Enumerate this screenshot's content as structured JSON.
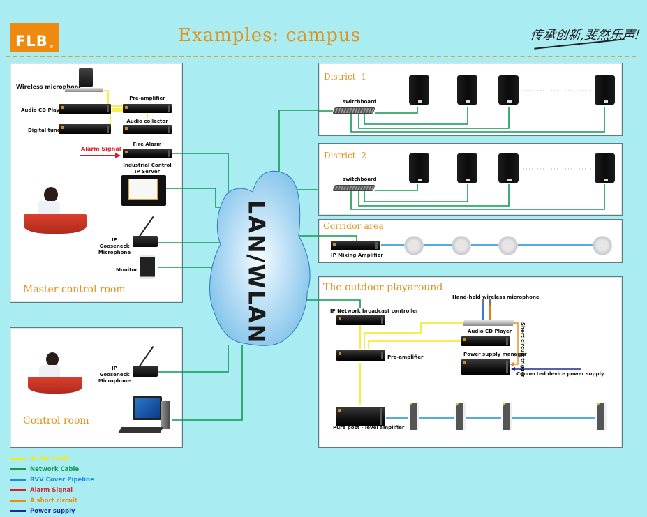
{
  "header": {
    "logo": "FLB",
    "logo_mark": "®",
    "title": "Examples: campus",
    "slogan": "传承创新,斐然乐声!"
  },
  "master_room": {
    "title": "Master control room",
    "devices": {
      "wireless_mic": "Wireless microphone",
      "cd_player": "Audio CD Player",
      "digital_tuner": "Digital tuner",
      "pre_amplifier": "Pre-amplifier",
      "audio_collector": "Audio collector",
      "alarm_signal": "Alarm Signal",
      "fire_alarm": "Fire Alarm",
      "ip_server": "Industrial Control IP Server",
      "gooseneck_mic": "IP Gooseneck Microphone",
      "monitor": "Monitor"
    }
  },
  "control_room": {
    "title": "Control room",
    "devices": {
      "gooseneck_mic": "IP Gooseneck Microphone"
    }
  },
  "network": {
    "cloud_label": "LAN/WLAN"
  },
  "district1": {
    "title": "District -1",
    "switch_label": "switchboard"
  },
  "district2": {
    "title": "District -2",
    "switch_label": "switchboard"
  },
  "corridor": {
    "title": "Corridor area",
    "amplifier": "IP Mixing Amplifier"
  },
  "playground": {
    "title": "The outdoor playaround",
    "broadcast_controller": "IP Network broadcast controller",
    "pre_amplifier": "Pre-amplifier",
    "handheld_mic": "Hand-held wireless microphone",
    "cd_player": "Audio CD Player",
    "power_manager": "Power supply manager",
    "short_circuit_trigger": "Short circuit trigger",
    "connected_power": "Connected device power supply",
    "pure_amplifier": "Pure post - level amplifier"
  },
  "legend": [
    {
      "label": "Audio Cable",
      "color": "#f2ea1a"
    },
    {
      "label": "Network Cable",
      "color": "#0f9a52"
    },
    {
      "label": "RVV Cover Pipeline",
      "color": "#1a8fd8"
    },
    {
      "label": "Alarm Signal",
      "color": "#d8202c"
    },
    {
      "label": "A short circuit",
      "color": "#ee8a0e"
    },
    {
      "label": "Power supply",
      "color": "#1a2a9a"
    }
  ],
  "colors": {
    "brand": "#ee8a0e",
    "title": "#e2921a",
    "background": "#a9ecf2",
    "network": "#0f9a52",
    "audio": "#f2ea1a",
    "rvv": "#1a8fd8",
    "alarm": "#d8202c",
    "short": "#ee8a0e",
    "power": "#1a2a9a"
  }
}
